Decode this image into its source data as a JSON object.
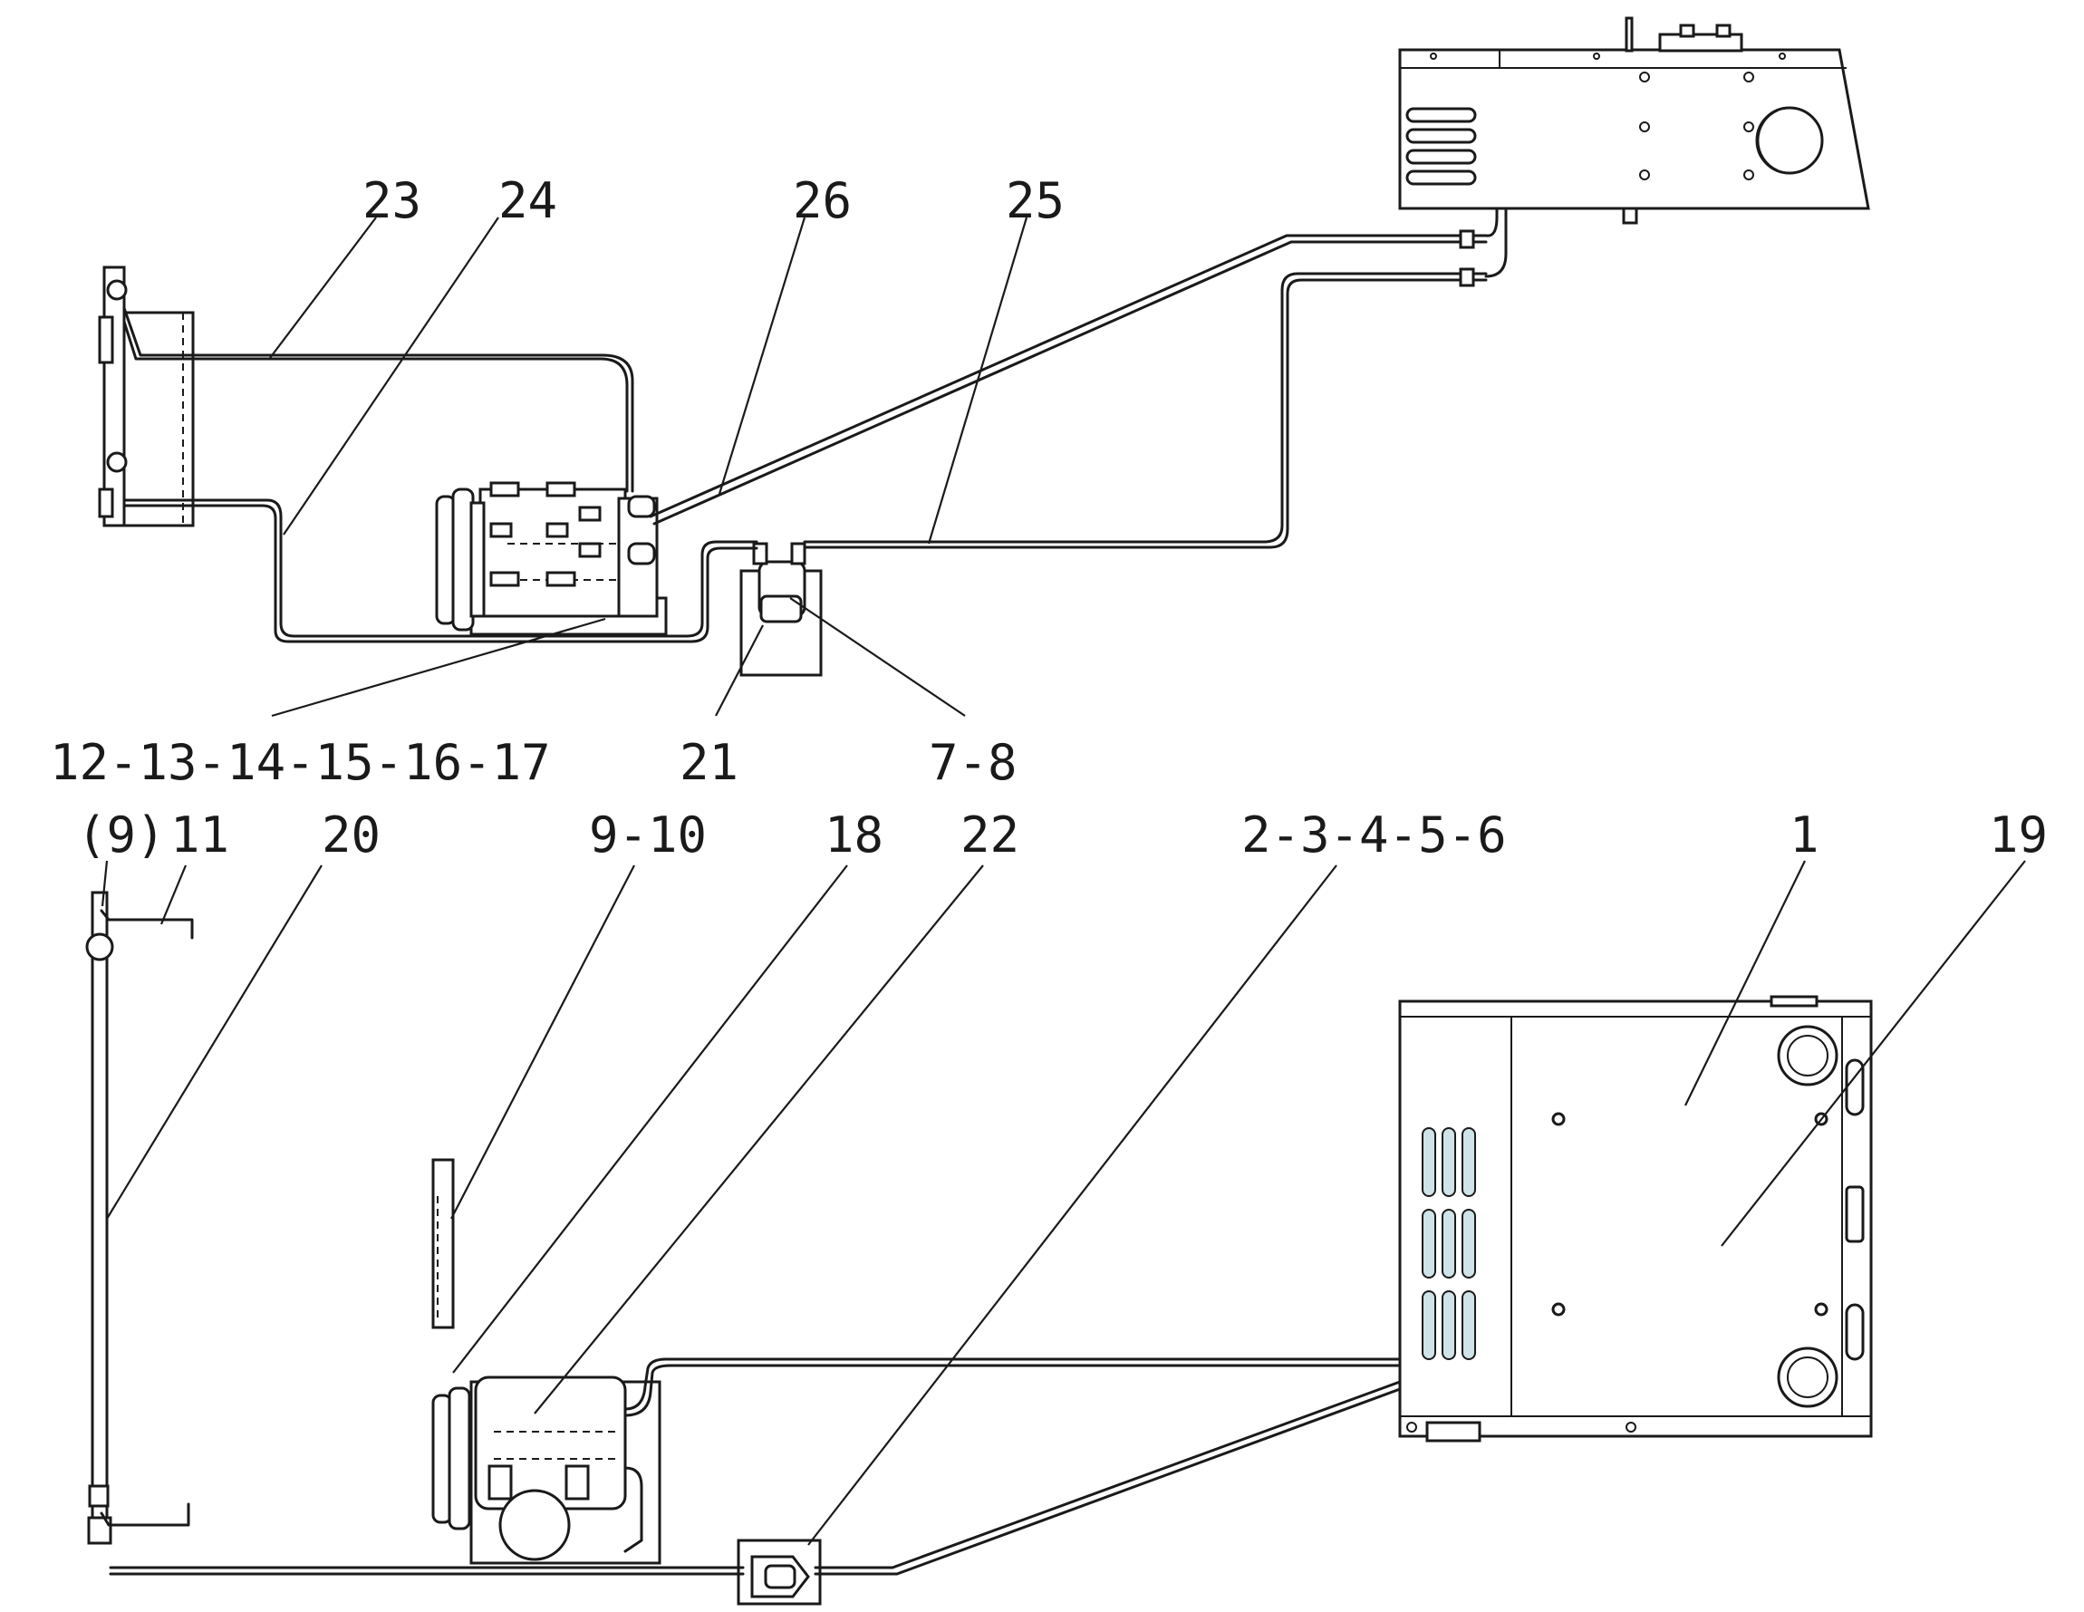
{
  "callouts": {
    "top": {
      "c23": "23",
      "c24": "24",
      "c26": "26",
      "c25": "25",
      "c12_17": "12-13-14-15-16-17",
      "c21": "21",
      "c7_8": "7-8"
    },
    "bottom": {
      "c9p": "(9)",
      "c11": "11",
      "c20": "20",
      "c9_10": "9-10",
      "c18": "18",
      "c22": "22",
      "c2_6": "2-3-4-5-6",
      "c1": "1",
      "c19": "19"
    }
  },
  "colors": {
    "line": "#1a1a1a",
    "hatch": "#cfe3e8",
    "background": "#ffffff"
  }
}
